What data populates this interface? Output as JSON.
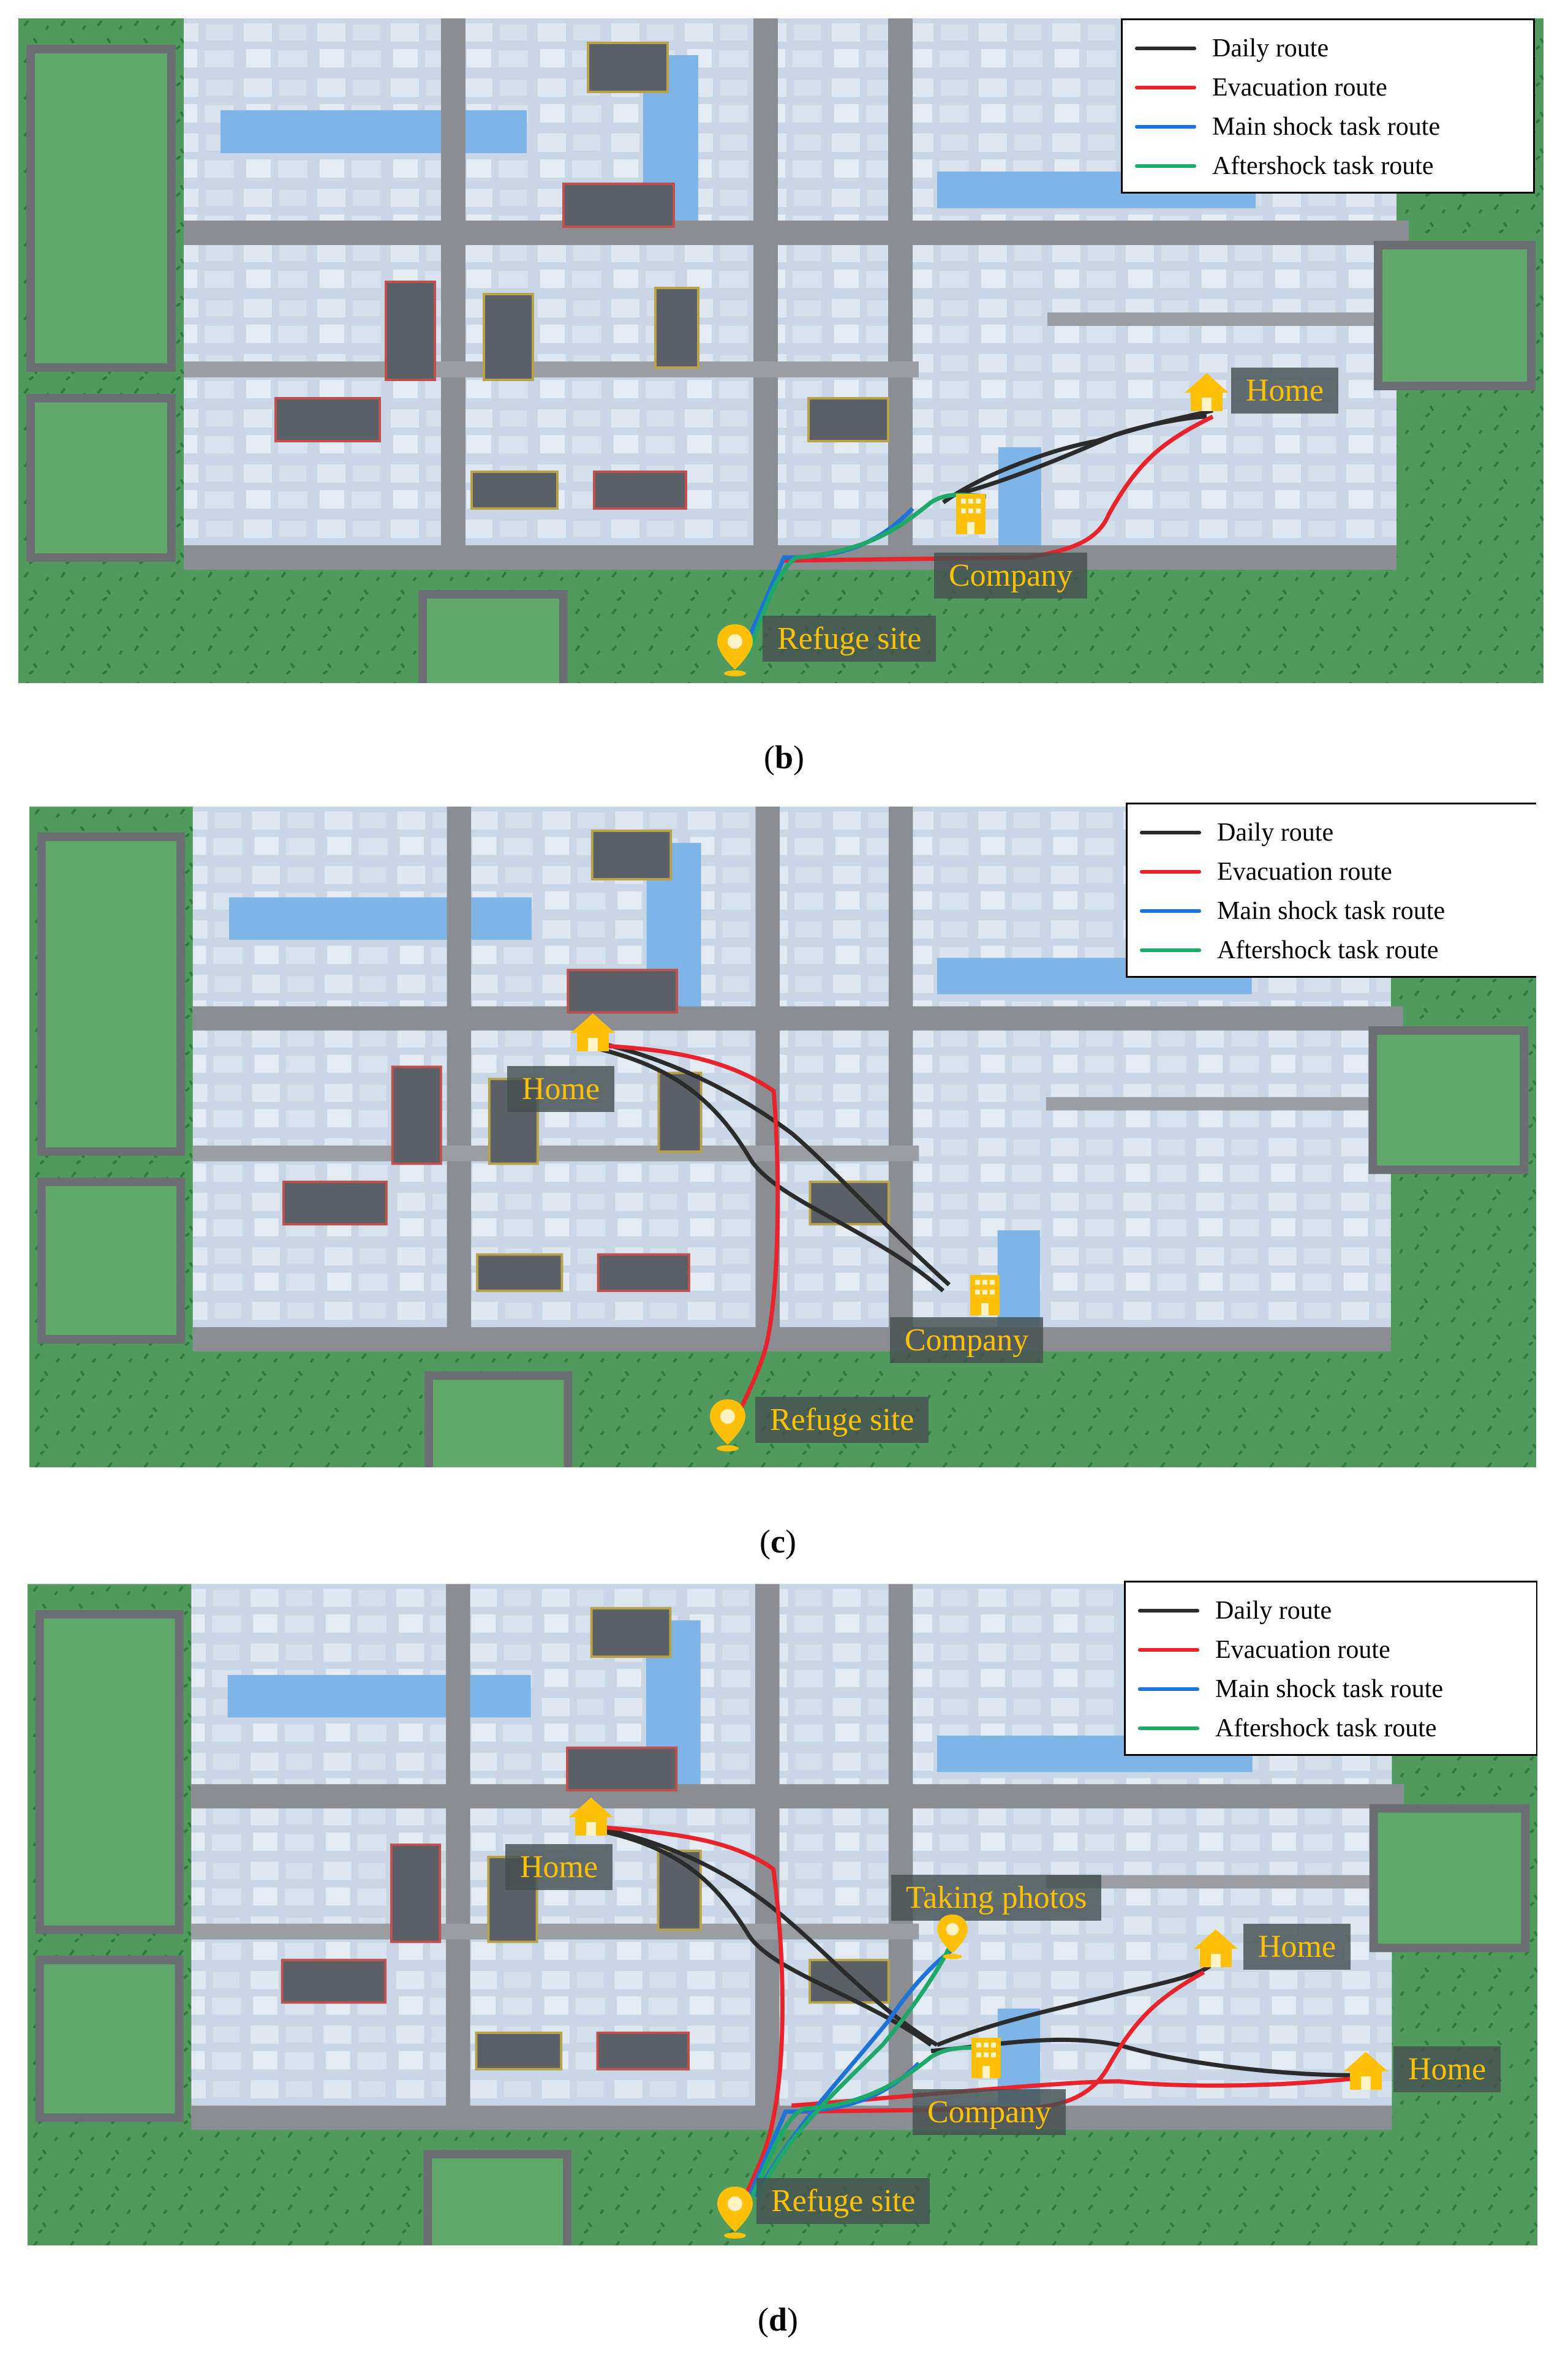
{
  "legend": {
    "daily": "Daily route",
    "evacuation": "Evacuation route",
    "main_shock": "Main shock task route",
    "aftershock": "Aftershock task route"
  },
  "colors": {
    "daily": "#2b2b2b",
    "evacuation": "#e8232b",
    "main_shock": "#1e73d8",
    "aftershock": "#1ea96a",
    "label_text": "#ffc107"
  },
  "panels": [
    {
      "caption": "b",
      "labels": {
        "home1": "Home",
        "company": "Company",
        "refuge": "Refuge site"
      }
    },
    {
      "caption": "c",
      "labels": {
        "home1": "Home",
        "company": "Company",
        "refuge": "Refuge site"
      }
    },
    {
      "caption": "d",
      "labels": {
        "home1": "Home",
        "home2": "Home",
        "home3": "Home",
        "company": "Company",
        "refuge": "Refuge site",
        "photos": "Taking photos"
      }
    }
  ]
}
